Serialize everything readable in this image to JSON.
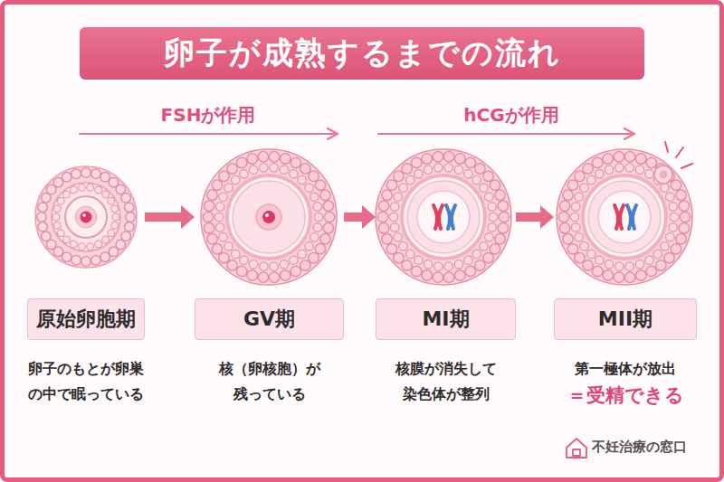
{
  "diagram": {
    "title": "卵子が成熟するまでの流れ",
    "nodes": [
      {
        "text": [
          "原始卵胞期",
          "卵子のもとが卵巣の中で眠っている"
        ]
      },
      {
        "text": [
          "GV期",
          "核（卵核胞）が残っている"
        ]
      },
      {
        "text": [
          "MI期",
          "核膜が消失して染色体が整列"
        ]
      },
      {
        "text": [
          "MII期",
          "第一極体が放出",
          "＝受精できる"
        ]
      }
    ],
    "edges": [
      {
        "from": 0,
        "to": 1,
        "arrow": "to"
      },
      {
        "from": 1,
        "to": 2,
        "arrow": "to"
      },
      {
        "from": 2,
        "to": 3,
        "arrow": "to"
      }
    ],
    "labels": [
      "FSHが作用",
      "hCGが作用",
      "不妊治療の窓口"
    ]
  }
}
